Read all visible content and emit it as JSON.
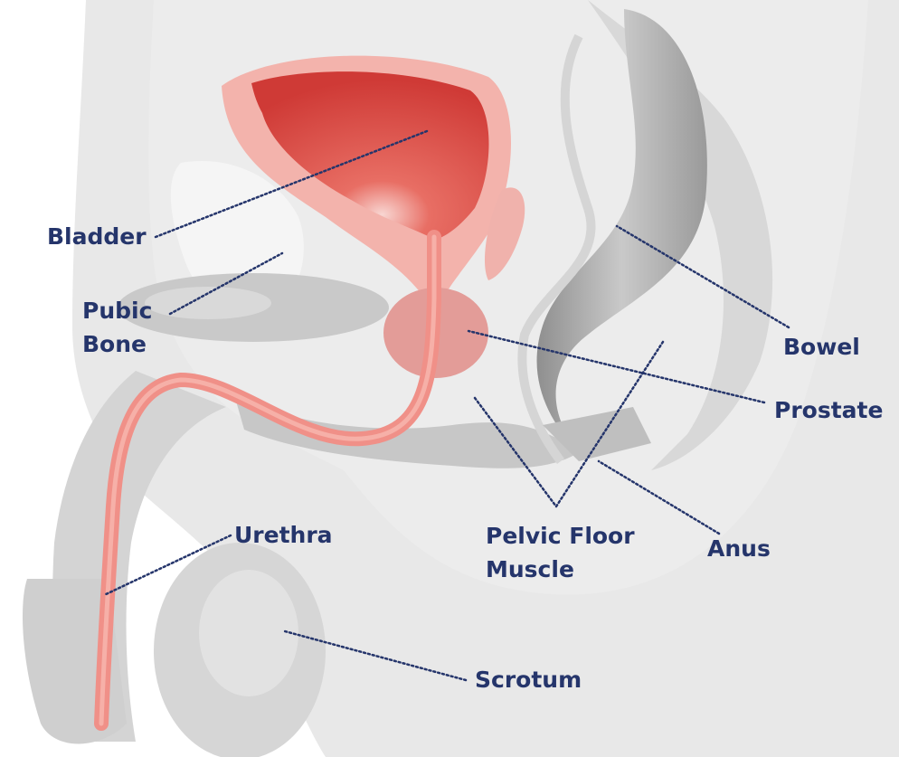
{
  "colors": {
    "label": "#25356b",
    "leader": "#25356b",
    "tissue_light": "#e6e6e6",
    "tissue_mid": "#d3d3d3",
    "tissue_dark": "#bdbdbd",
    "bladder_wall": "#f3b3ac",
    "bladder_inner": "#d9423d",
    "urethra": "#f09088",
    "prostate": "#e39c98"
  },
  "labels": {
    "bladder": "Bladder",
    "pubic_bone": "Pubic\nBone",
    "bowel": "Bowel",
    "prostate": "Prostate",
    "urethra": "Urethra",
    "pelvic_floor": "Pelvic Floor\nMuscle",
    "anus": "Anus",
    "scrotum": "Scrotum"
  }
}
